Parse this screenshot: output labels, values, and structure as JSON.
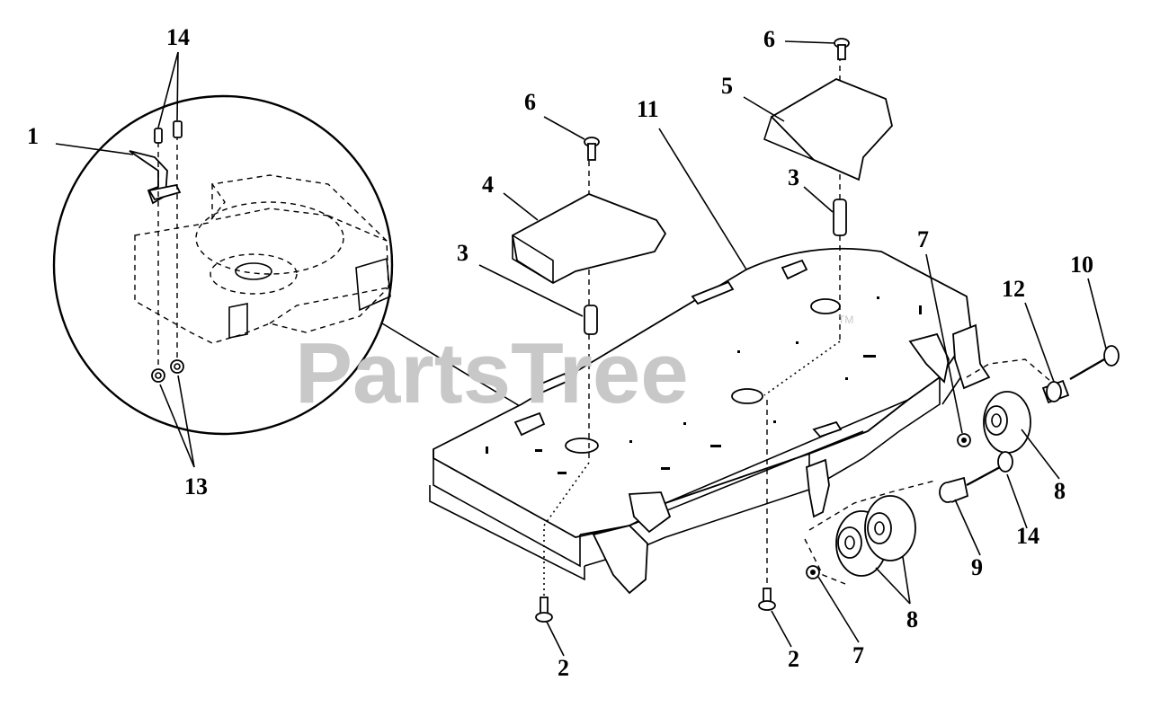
{
  "watermark": {
    "text": "PartsTree",
    "mark": "TM"
  },
  "callouts": {
    "c1": "1",
    "c2a": "2",
    "c2b": "2",
    "c3a": "3",
    "c3b": "3",
    "c4": "4",
    "c5": "5",
    "c6a": "6",
    "c6b": "6",
    "c7a": "7",
    "c7b": "7",
    "c8a": "8",
    "c8b": "8",
    "c9": "9",
    "c10": "10",
    "c11": "11",
    "c12": "12",
    "c13": "13",
    "c14a": "14",
    "c14b": "14"
  },
  "colors": {
    "line": "#000000",
    "watermark": "#c8c8c8",
    "background": "#ffffff"
  }
}
